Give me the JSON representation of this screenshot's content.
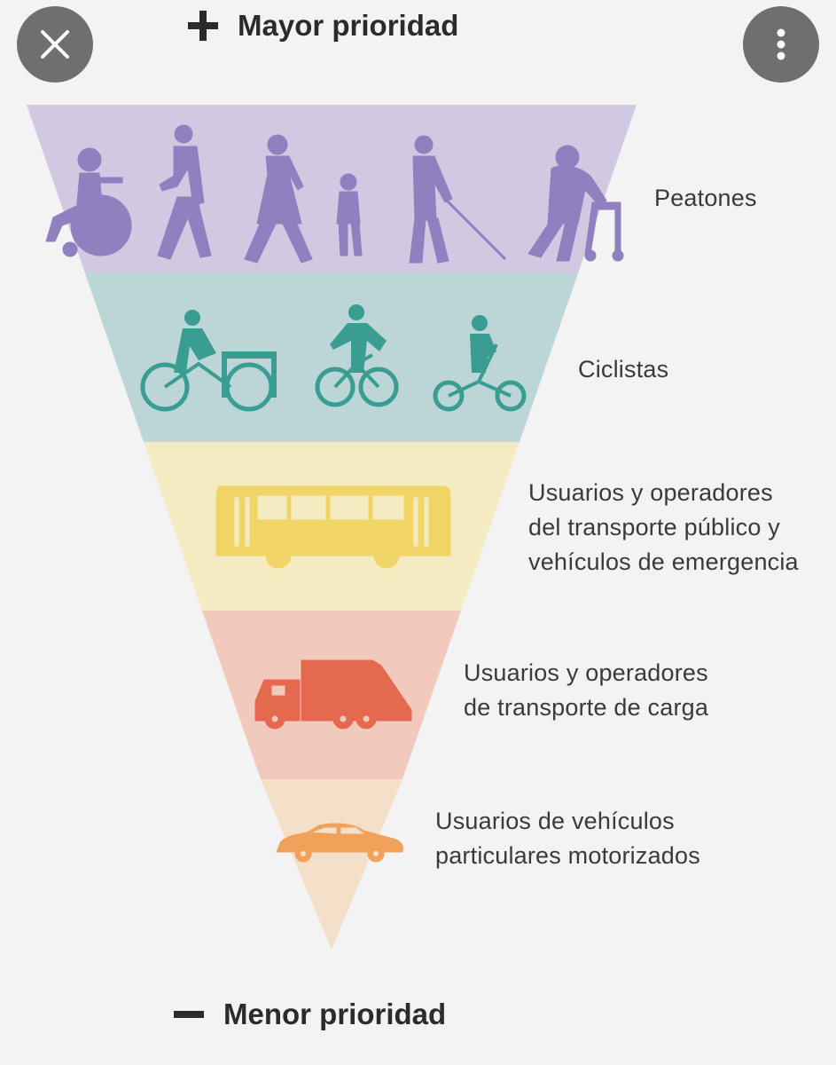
{
  "colors": {
    "background": "#f3f3f3",
    "button_bg": "#6f6f6f",
    "tier_1": "#d0c9e1",
    "tier_2": "#bcd5d6",
    "tier_3": "#f4ebc3",
    "tier_4": "#f1cabd",
    "tier_5": "#f4dfc8",
    "icon_1": "#8f80c0",
    "icon_2": "#3a9d92",
    "icon_3": "#f1d566",
    "icon_4": "#e4694f",
    "icon_5": "#f0a25a"
  },
  "header": {
    "close_icon": "close-icon",
    "menu_icon": "more-vertical-icon",
    "top_priority_label": "Mayor prioridad"
  },
  "footer": {
    "bottom_priority_label": "Menor prioridad"
  },
  "tiers": [
    {
      "icon": "pedestrians-icon",
      "lines": [
        "Peatones"
      ]
    },
    {
      "icon": "cyclists-icon",
      "lines": [
        "Ciclistas"
      ]
    },
    {
      "icon": "bus-icon",
      "lines": [
        "Usuarios y operadores",
        "del transporte público y",
        "vehículos de emergencia"
      ]
    },
    {
      "icon": "truck-icon",
      "lines": [
        "Usuarios y operadores",
        "de transporte de carga"
      ]
    },
    {
      "icon": "car-icon",
      "lines": [
        "Usuarios de vehículos",
        "particulares motorizados"
      ]
    }
  ]
}
